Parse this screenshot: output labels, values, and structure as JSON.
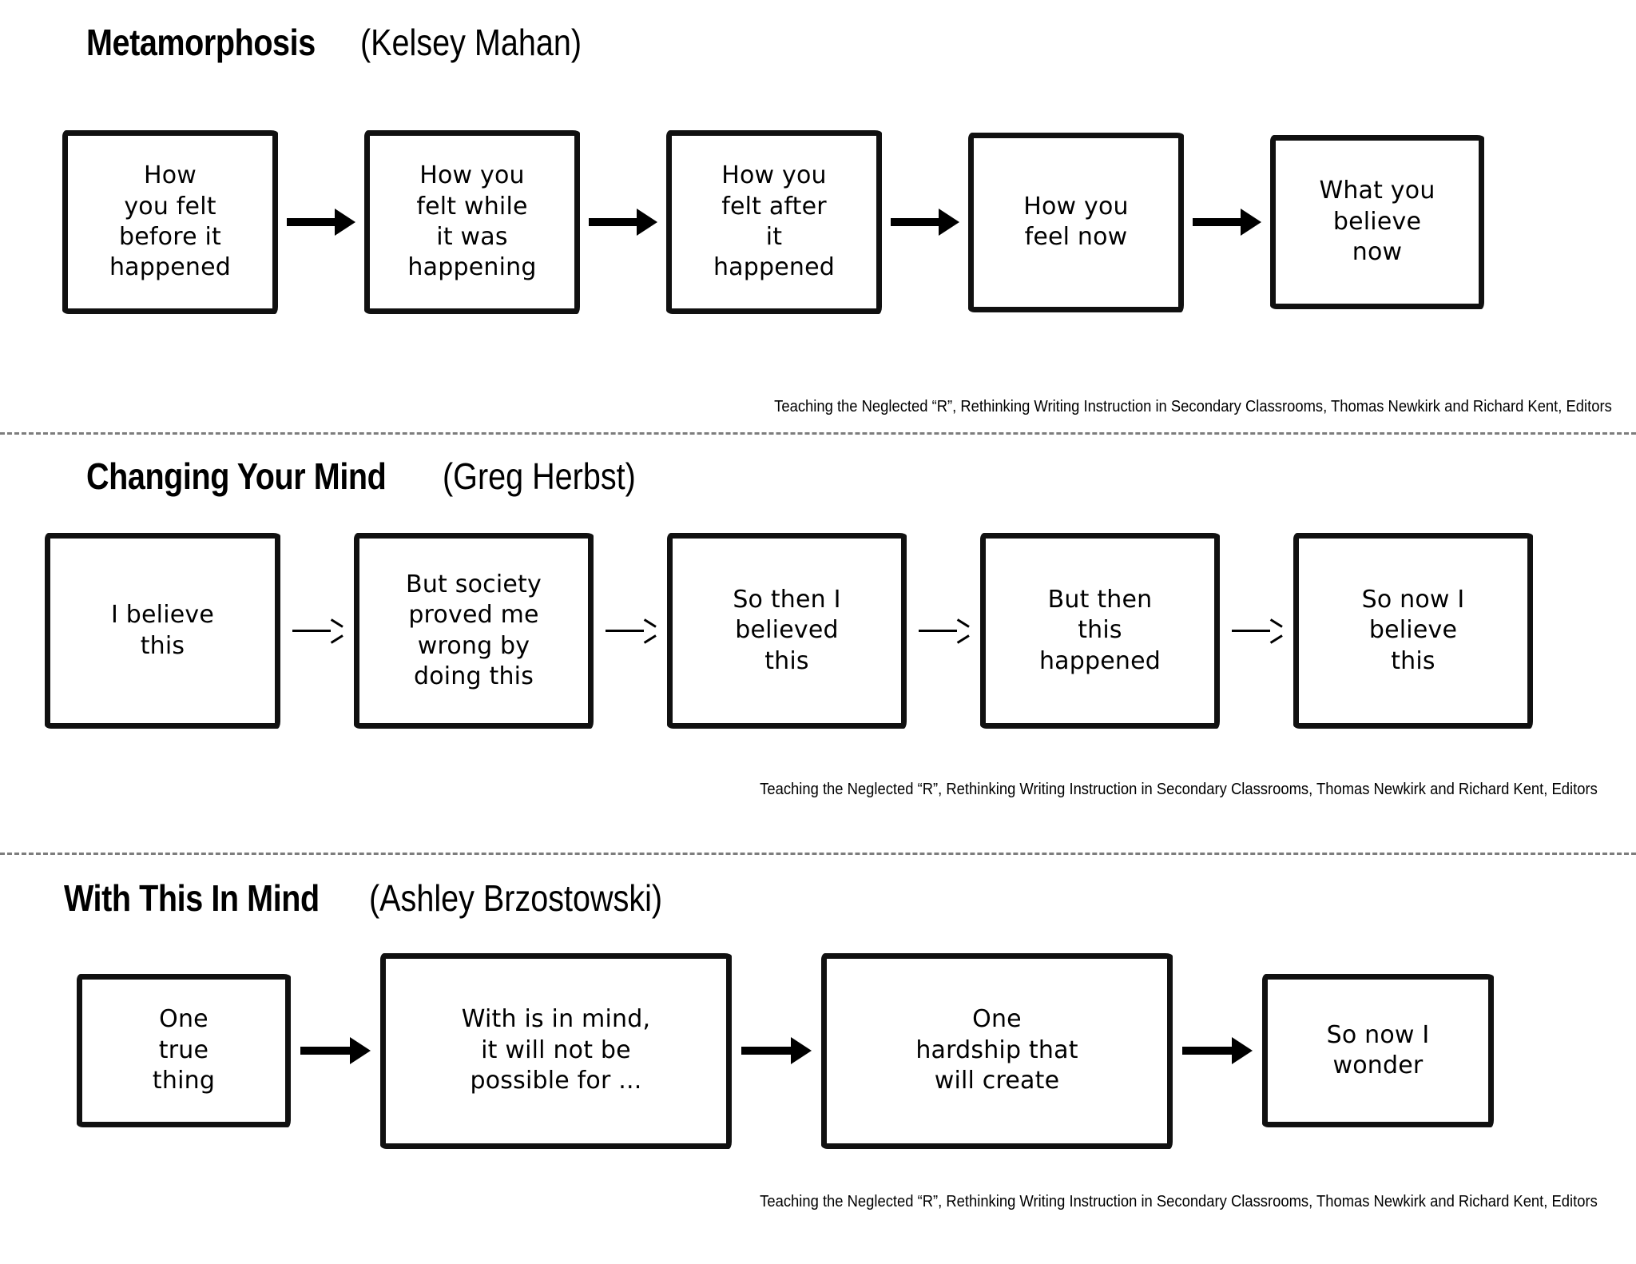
{
  "page": {
    "background": "#ffffff",
    "ink": "#000000",
    "divider_color": "#7d7d7d"
  },
  "credit_line": "Teaching the Neglected “R”, Rethinking Writing Instruction in Secondary Classrooms, Thomas Newkirk and Richard Kent, Editors",
  "sections": [
    {
      "title": "Metamorphosis",
      "author": "(Kelsey Mahan)",
      "arrow_style": "thick",
      "boxes": [
        "How\nyou felt\nbefore it\nhappened",
        "How you\nfelt while\nit was\nhappening",
        "How you\nfelt after\nit\nhappened",
        "How you\nfeel now",
        "What you\nbelieve\nnow"
      ]
    },
    {
      "title": "Changing Your Mind",
      "author": "(Greg Herbst)",
      "arrow_style": "thin",
      "boxes": [
        "I believe\nthis",
        "But society\nproved me\nwrong by\ndoing this",
        "So then I\nbelieved\nthis",
        "But then\nthis\nhappened",
        "So now I\nbelieve\nthis"
      ]
    },
    {
      "title": "With This In Mind",
      "author": "(Ashley Brzostowski)",
      "arrow_style": "thick",
      "boxes": [
        "One\ntrue\nthing",
        "With is in mind,\nit will not be\npossible for ...",
        "One\nhardship that\nwill create",
        "So now I\nwonder"
      ]
    }
  ]
}
